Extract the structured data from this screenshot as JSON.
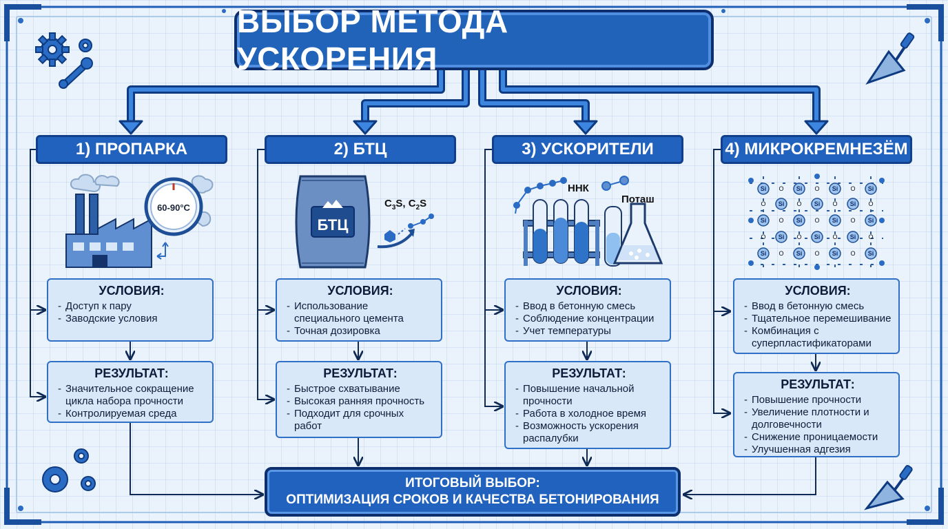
{
  "title": "ВЫБОР МЕТОДА УСКОРЕНИЯ",
  "colors": {
    "primary": "#2062bd",
    "dark": "#0d2f6e",
    "card": "#d9e8f8",
    "background": "#eaf2fb"
  },
  "columns": [
    {
      "header": "1) ПРОПАРКА",
      "illustration": {
        "icon": "factory-steam-icon",
        "label": "60-90°C"
      },
      "conditions_title": "УСЛОВИЯ:",
      "conditions": [
        "Доступ к пару",
        "Заводские условия"
      ],
      "result_title": "РЕЗУЛЬТАТ:",
      "results": [
        "Значительное сокращение цикла набора прочности",
        "Контролируемая среда"
      ]
    },
    {
      "header": "2) БТЦ",
      "illustration": {
        "icon": "cement-bag-icon",
        "label": "БТЦ",
        "formula_main": "C",
        "formula_sub1": "3",
        "formula_mid": "S, C",
        "formula_sub2": "2",
        "formula_end": "S"
      },
      "conditions_title": "УСЛОВИЯ:",
      "conditions": [
        "Использование специального цемента",
        "Точная дозировка"
      ],
      "result_title": "РЕЗУЛЬТАТ:",
      "results": [
        "Быстрое схватывание",
        "Высокая ранняя прочность",
        "Подходит для срочных работ"
      ]
    },
    {
      "header": "3) УСКОРИТЕЛИ",
      "illustration": {
        "icon": "test-tubes-icon",
        "label_a": "ННК",
        "label_b": "Поташ"
      },
      "conditions_title": "УСЛОВИЯ:",
      "conditions": [
        "Ввод в бетонную смесь",
        "Соблюдение концентрации",
        "Учет температуры"
      ],
      "result_title": "РЕЗУЛЬТАТ:",
      "results": [
        "Повышение начальной прочности",
        "Работа в холодное время",
        "Возможность ускорения распалубки"
      ]
    },
    {
      "header": "4) МИКРОКРЕМНЕЗЁМ",
      "illustration": {
        "icon": "silica-lattice-icon",
        "atom_si": "Si",
        "atom_o": "O"
      },
      "conditions_title": "УСЛОВИЯ:",
      "conditions": [
        "Ввод в бетонную смесь",
        "Тщательное перемешивание",
        "Комбинация с суперпластификаторами"
      ],
      "result_title": "РЕЗУЛЬТАТ:",
      "results": [
        "Повышение прочности",
        "Увеличение плотности и долговечности",
        "Снижение проницаемости",
        "Улучшенная адгезия"
      ]
    }
  ],
  "final": {
    "line1": "ИТОГОВЫЙ ВЫБОР:",
    "line2": "ОПТИМИЗАЦИЯ СРОКОВ И КАЧЕСТВА БЕТОНИРОВАНИЯ"
  },
  "decorations": [
    "gears-wrench-icon",
    "trowel-icon",
    "gears-icon",
    "trowel-icon"
  ]
}
